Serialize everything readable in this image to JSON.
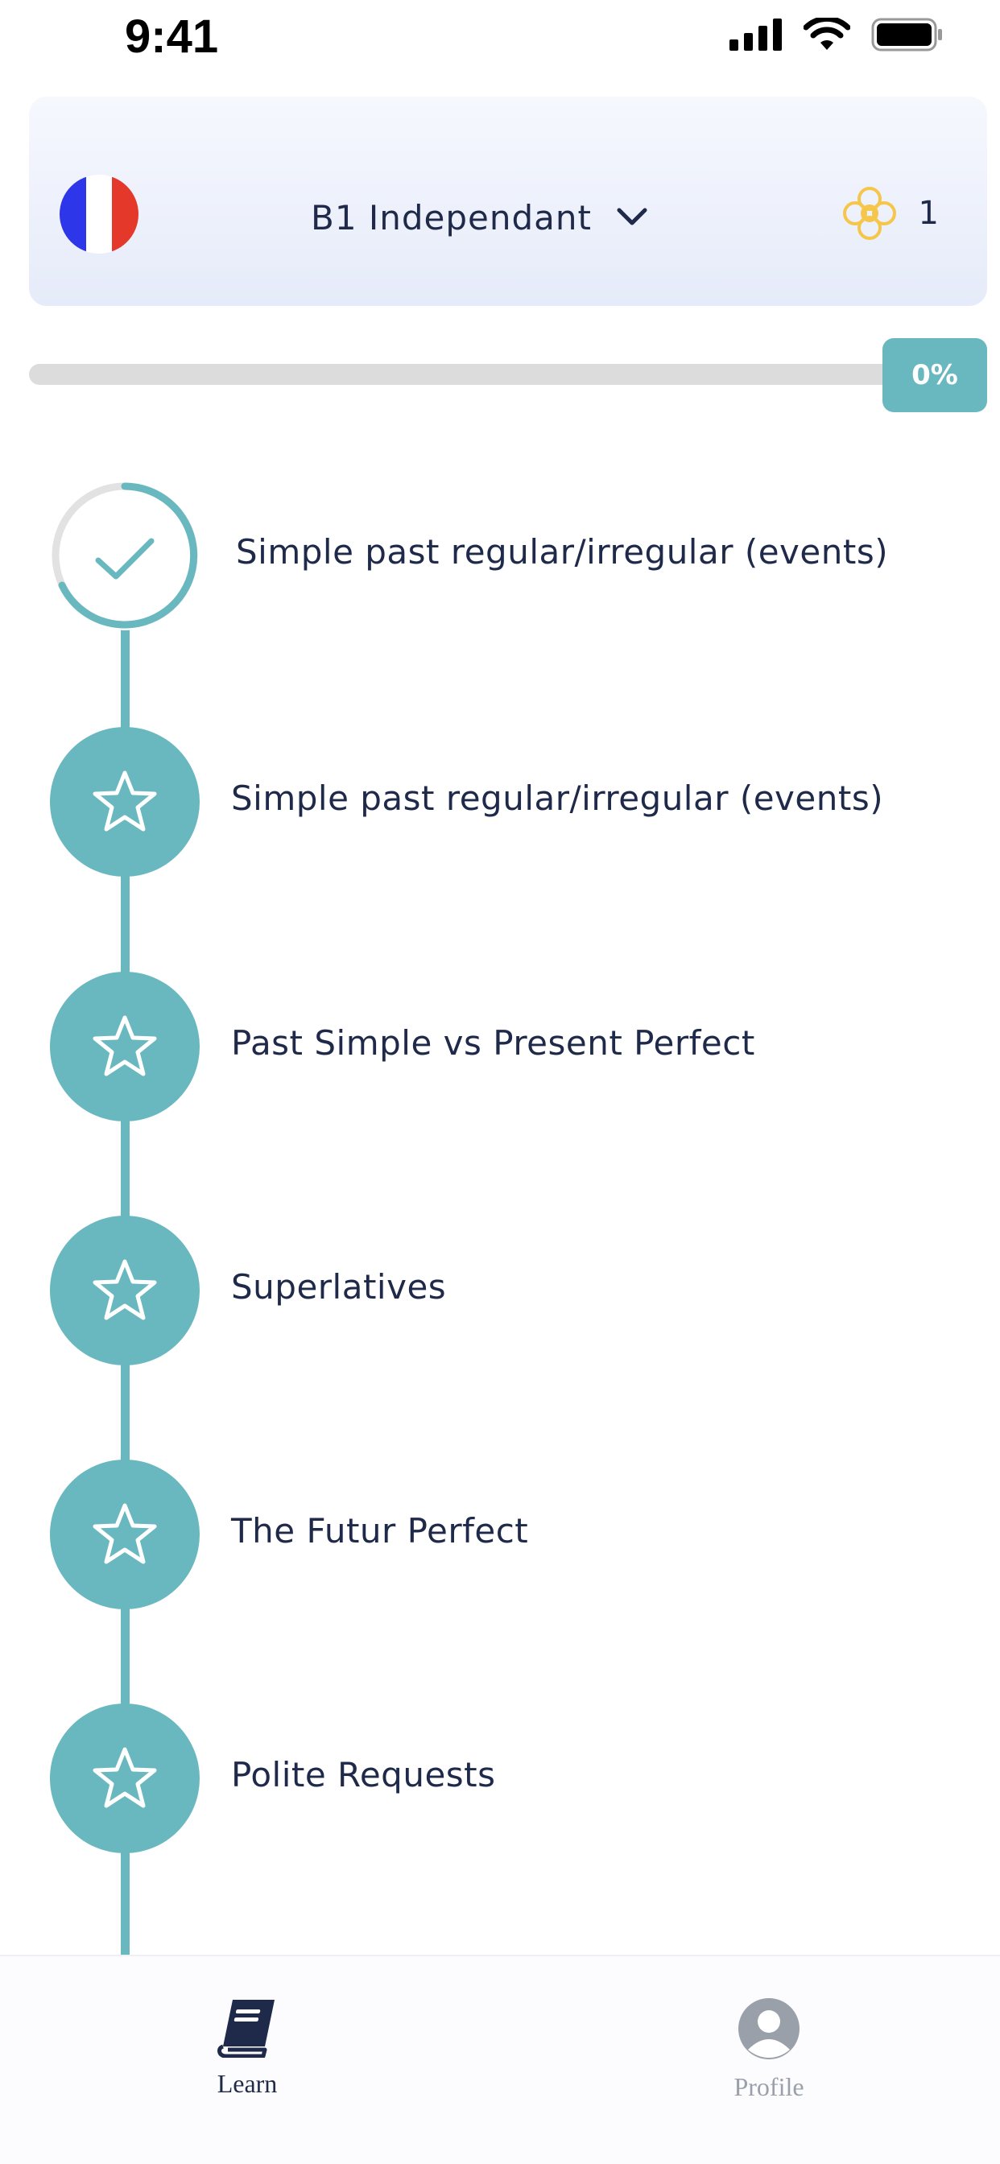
{
  "status_bar": {
    "time": "9:41"
  },
  "header": {
    "flag_colors": [
      "#2d36e8",
      "#ffffff",
      "#e4392a"
    ],
    "level_label": "B1  Independant",
    "gem_count": "1"
  },
  "progress": {
    "value": 0,
    "label": "0%"
  },
  "lessons": [
    {
      "title": "Simple past regular/irregular (events)",
      "state": "completed"
    },
    {
      "title": "Simple past regular/irregular (events)",
      "state": "available"
    },
    {
      "title": "Past Simple vs Present Perfect",
      "state": "available"
    },
    {
      "title": "Superlatives",
      "state": "available"
    },
    {
      "title": "The Futur Perfect",
      "state": "available"
    },
    {
      "title": "Polite Requests",
      "state": "available"
    }
  ],
  "tab_bar": {
    "tabs": [
      {
        "label": "Learn",
        "icon": "book-icon",
        "active": true
      },
      {
        "label": "Profile",
        "icon": "profile-icon",
        "active": false
      }
    ]
  },
  "colors": {
    "accent": "#6ab8bf",
    "text": "#1f2a4a",
    "gem": "#f5c64a",
    "inactive": "#9aa0aa"
  }
}
